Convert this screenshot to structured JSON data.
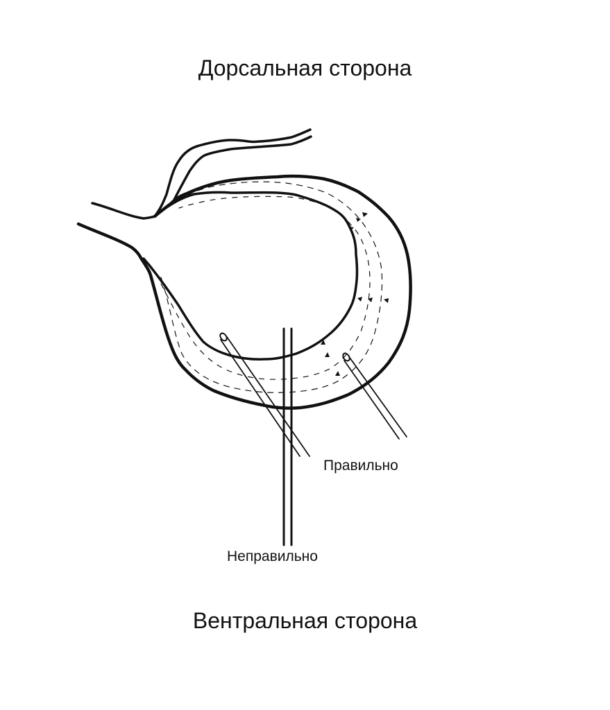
{
  "labels": {
    "top": "Дорсальная сторона",
    "bottom": "Вентральная сторона",
    "correct": "Правильно",
    "incorrect": "Неправильно"
  },
  "colors": {
    "ink": "#111111",
    "background": "#ffffff"
  }
}
